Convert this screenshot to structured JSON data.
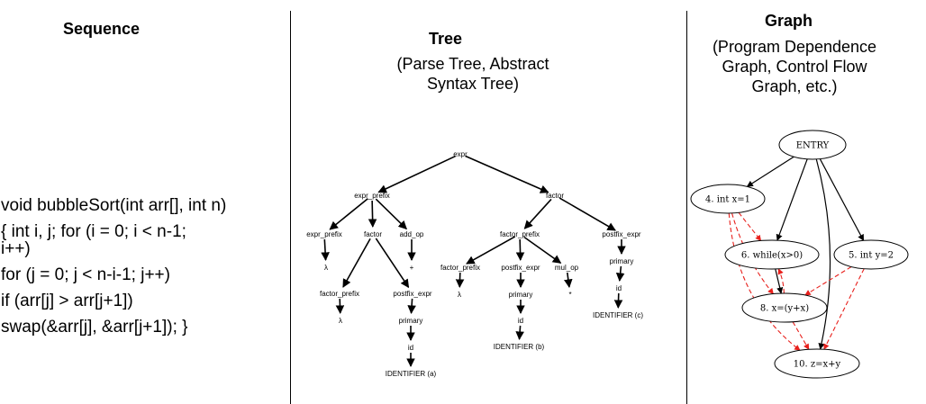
{
  "sequence": {
    "heading": "Sequence",
    "code_lines": [
      "void bubbleSort(int arr[], int n)",
      " {  int i, j;  for (i = 0; i < n-1;",
      "i++)",
      "for (j = 0; j < n-i-1; j++)",
      "if (arr[j] > arr[j+1])",
      "swap(&arr[j], &arr[j+1]);  }"
    ]
  },
  "tree": {
    "heading": "Tree",
    "subheading_lines": [
      "(Parse Tree, Abstract",
      "Syntax Tree)"
    ],
    "nodes": [
      {
        "id": "n1",
        "label": "expr"
      },
      {
        "id": "n2",
        "label": "expr_prefix"
      },
      {
        "id": "n3",
        "label": "factor"
      },
      {
        "id": "n4",
        "label": "expr_prefix"
      },
      {
        "id": "n5",
        "label": "factor"
      },
      {
        "id": "n6",
        "label": "add_op"
      },
      {
        "id": "n7",
        "label": "λ"
      },
      {
        "id": "n8",
        "label": "+"
      },
      {
        "id": "n9",
        "label": "factor_prefix"
      },
      {
        "id": "n10",
        "label": "postfix_expr"
      },
      {
        "id": "n11",
        "label": "λ"
      },
      {
        "id": "n12",
        "label": "primary"
      },
      {
        "id": "n13",
        "label": "id"
      },
      {
        "id": "n14",
        "label": "IDENTIFIER (a)"
      },
      {
        "id": "n15",
        "label": "factor_prefix"
      },
      {
        "id": "n16",
        "label": "postfix_expr"
      },
      {
        "id": "n17",
        "label": "factor_prefix"
      },
      {
        "id": "n18",
        "label": "postfix_expr"
      },
      {
        "id": "n19",
        "label": "mul_op"
      },
      {
        "id": "n20",
        "label": "λ"
      },
      {
        "id": "n21",
        "label": "primary"
      },
      {
        "id": "n22",
        "label": "*"
      },
      {
        "id": "n23",
        "label": "id"
      },
      {
        "id": "n24",
        "label": "IDENTIFIER (b)"
      },
      {
        "id": "n25",
        "label": "primary"
      },
      {
        "id": "n26",
        "label": "id"
      },
      {
        "id": "n27",
        "label": "IDENTIFIER (c)"
      }
    ],
    "edges": [
      [
        "n1",
        "n2"
      ],
      [
        "n1",
        "n3"
      ],
      [
        "n2",
        "n4"
      ],
      [
        "n2",
        "n5"
      ],
      [
        "n2",
        "n6"
      ],
      [
        "n4",
        "n7"
      ],
      [
        "n6",
        "n8"
      ],
      [
        "n5",
        "n9"
      ],
      [
        "n5",
        "n10"
      ],
      [
        "n9",
        "n11"
      ],
      [
        "n10",
        "n12"
      ],
      [
        "n12",
        "n13"
      ],
      [
        "n13",
        "n14"
      ],
      [
        "n3",
        "n15"
      ],
      [
        "n3",
        "n16"
      ],
      [
        "n15",
        "n17"
      ],
      [
        "n15",
        "n18"
      ],
      [
        "n15",
        "n19"
      ],
      [
        "n17",
        "n20"
      ],
      [
        "n18",
        "n21"
      ],
      [
        "n19",
        "n22"
      ],
      [
        "n21",
        "n23"
      ],
      [
        "n23",
        "n24"
      ],
      [
        "n16",
        "n25"
      ],
      [
        "n25",
        "n26"
      ],
      [
        "n26",
        "n27"
      ]
    ]
  },
  "graph": {
    "heading": "Graph",
    "subheading_lines": [
      "(Program Dependence",
      "Graph, Control Flow",
      "Graph, etc.)"
    ],
    "nodes": [
      {
        "id": "g1",
        "label": "ENTRY"
      },
      {
        "id": "g2",
        "label": "4. int x=1"
      },
      {
        "id": "g3",
        "label": "6. while(x>0)"
      },
      {
        "id": "g4",
        "label": "5. int y=2"
      },
      {
        "id": "g5",
        "label": "8. x=(y+x)"
      },
      {
        "id": "g6",
        "label": "10. z=x+y"
      }
    ],
    "control_edge_color": "#000000",
    "data_edge_color": "#e8201c",
    "control_edges": [
      [
        "g1",
        "g2"
      ],
      [
        "g1",
        "g3"
      ],
      [
        "g1",
        "g4"
      ],
      [
        "g1",
        "g6"
      ],
      [
        "g3",
        "g5"
      ]
    ],
    "data_edges": [
      [
        "g2",
        "g3"
      ],
      [
        "g2",
        "g5"
      ],
      [
        "g2",
        "g6"
      ],
      [
        "g4",
        "g5"
      ],
      [
        "g4",
        "g6"
      ],
      [
        "g5",
        "g3"
      ],
      [
        "g5",
        "g6"
      ]
    ]
  }
}
